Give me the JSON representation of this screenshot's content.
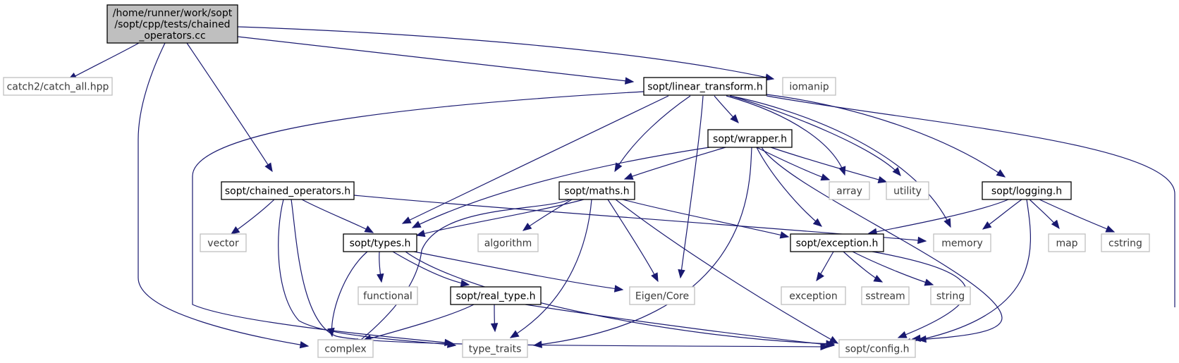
{
  "graph": {
    "colors": {
      "edge": "#191970",
      "focus_fill": "#bfbfbf",
      "node_border": "#000000",
      "external_border": "#bfbfbf"
    },
    "nodes": [
      {
        "id": "root",
        "lines": [
          "/home/runner/work/sopt",
          "/sopt/cpp/tests/chained",
          "_operators.cc"
        ],
        "kind": "focus"
      },
      {
        "id": "catch",
        "lines": [
          "catch2/catch_all.hpp"
        ],
        "kind": "external"
      },
      {
        "id": "lt",
        "lines": [
          "sopt/linear_transform.h"
        ],
        "kind": "internal"
      },
      {
        "id": "iomanip",
        "lines": [
          "iomanip"
        ],
        "kind": "external"
      },
      {
        "id": "wrapper",
        "lines": [
          "sopt/wrapper.h"
        ],
        "kind": "internal"
      },
      {
        "id": "chained",
        "lines": [
          "sopt/chained_operators.h"
        ],
        "kind": "internal"
      },
      {
        "id": "maths",
        "lines": [
          "sopt/maths.h"
        ],
        "kind": "internal"
      },
      {
        "id": "array",
        "lines": [
          "array"
        ],
        "kind": "external"
      },
      {
        "id": "utility",
        "lines": [
          "utility"
        ],
        "kind": "external"
      },
      {
        "id": "logging",
        "lines": [
          "sopt/logging.h"
        ],
        "kind": "internal"
      },
      {
        "id": "vector",
        "lines": [
          "vector"
        ],
        "kind": "external"
      },
      {
        "id": "types",
        "lines": [
          "sopt/types.h"
        ],
        "kind": "internal"
      },
      {
        "id": "algorithm",
        "lines": [
          "algorithm"
        ],
        "kind": "external"
      },
      {
        "id": "exception_h",
        "lines": [
          "sopt/exception.h"
        ],
        "kind": "internal"
      },
      {
        "id": "memory",
        "lines": [
          "memory"
        ],
        "kind": "external"
      },
      {
        "id": "map",
        "lines": [
          "map"
        ],
        "kind": "external"
      },
      {
        "id": "cstring",
        "lines": [
          "cstring"
        ],
        "kind": "external"
      },
      {
        "id": "functional",
        "lines": [
          "functional"
        ],
        "kind": "external"
      },
      {
        "id": "realtype",
        "lines": [
          "sopt/real_type.h"
        ],
        "kind": "internal"
      },
      {
        "id": "eigen",
        "lines": [
          "Eigen/Core"
        ],
        "kind": "external"
      },
      {
        "id": "exception",
        "lines": [
          "exception"
        ],
        "kind": "external"
      },
      {
        "id": "sstream",
        "lines": [
          "sstream"
        ],
        "kind": "external"
      },
      {
        "id": "string",
        "lines": [
          "string"
        ],
        "kind": "external"
      },
      {
        "id": "complex",
        "lines": [
          "complex"
        ],
        "kind": "external"
      },
      {
        "id": "type_traits",
        "lines": [
          "type_traits"
        ],
        "kind": "external"
      },
      {
        "id": "config",
        "lines": [
          "sopt/config.h"
        ],
        "kind": "external"
      }
    ],
    "edges": [
      [
        "root",
        "catch"
      ],
      [
        "root",
        "chained"
      ],
      [
        "root",
        "complex"
      ],
      [
        "root",
        "lt"
      ],
      [
        "root",
        "iomanip"
      ],
      [
        "lt",
        "type_traits"
      ],
      [
        "lt",
        "types"
      ],
      [
        "lt",
        "maths"
      ],
      [
        "lt",
        "eigen"
      ],
      [
        "lt",
        "wrapper"
      ],
      [
        "lt",
        "array"
      ],
      [
        "lt",
        "utility"
      ],
      [
        "lt",
        "memory"
      ],
      [
        "lt",
        "logging"
      ],
      [
        "lt",
        "config"
      ],
      [
        "wrapper",
        "types"
      ],
      [
        "wrapper",
        "maths"
      ],
      [
        "wrapper",
        "array"
      ],
      [
        "wrapper",
        "utility"
      ],
      [
        "wrapper",
        "exception_h"
      ],
      [
        "wrapper",
        "type_traits"
      ],
      [
        "wrapper",
        "config"
      ],
      [
        "chained",
        "vector"
      ],
      [
        "chained",
        "types"
      ],
      [
        "chained",
        "memory"
      ],
      [
        "chained",
        "type_traits"
      ],
      [
        "chained",
        "config"
      ],
      [
        "maths",
        "types"
      ],
      [
        "maths",
        "complex"
      ],
      [
        "maths",
        "algorithm"
      ],
      [
        "maths",
        "eigen"
      ],
      [
        "maths",
        "exception_h"
      ],
      [
        "maths",
        "type_traits"
      ],
      [
        "maths",
        "config"
      ],
      [
        "logging",
        "exception_h"
      ],
      [
        "logging",
        "memory"
      ],
      [
        "logging",
        "map"
      ],
      [
        "logging",
        "cstring"
      ],
      [
        "logging",
        "config"
      ],
      [
        "types",
        "complex"
      ],
      [
        "types",
        "functional"
      ],
      [
        "types",
        "realtype"
      ],
      [
        "types",
        "eigen"
      ],
      [
        "types",
        "config"
      ],
      [
        "realtype",
        "complex"
      ],
      [
        "realtype",
        "type_traits"
      ],
      [
        "realtype",
        "config"
      ],
      [
        "exception_h",
        "exception"
      ],
      [
        "exception_h",
        "sstream"
      ],
      [
        "exception_h",
        "string"
      ],
      [
        "exception_h",
        "config"
      ]
    ]
  }
}
